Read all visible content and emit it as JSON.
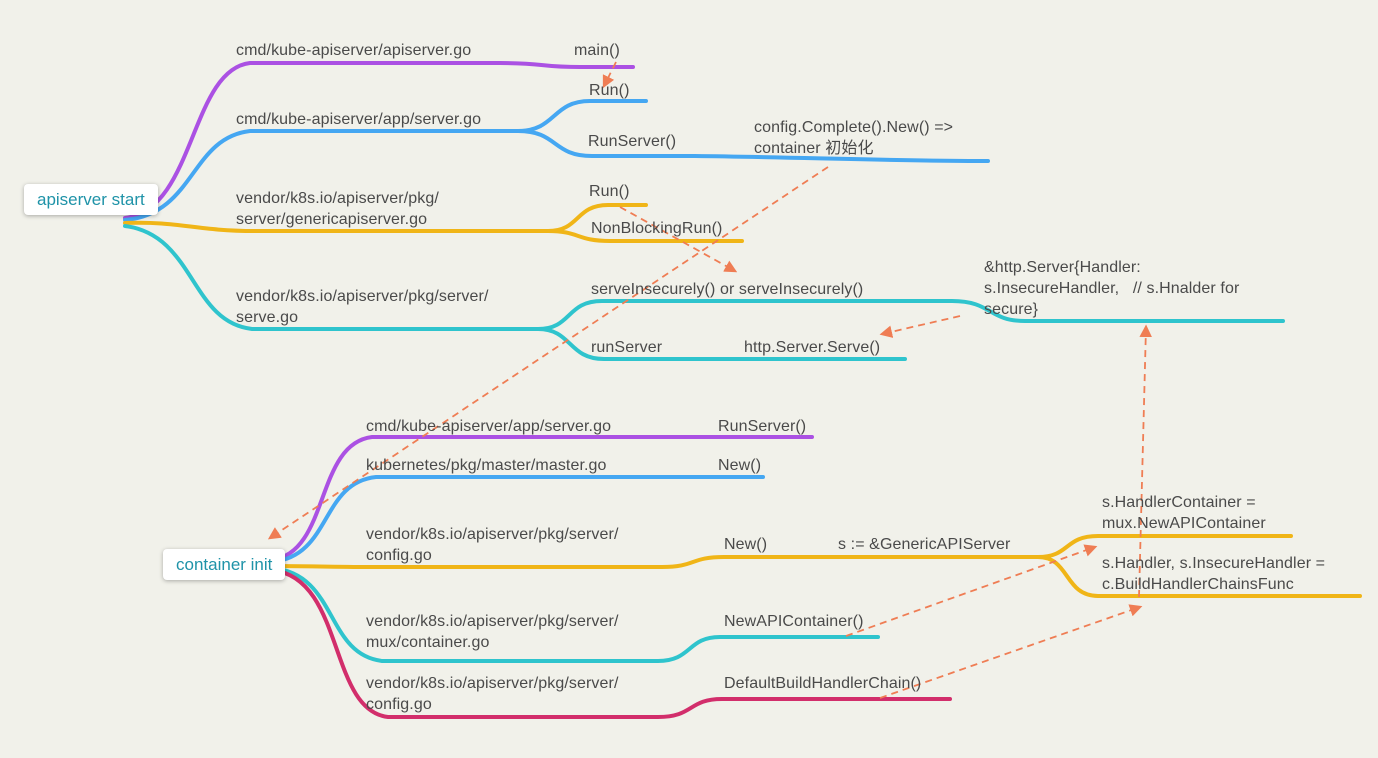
{
  "colors": {
    "purple": "#ab51e3",
    "blue": "#45a7f2",
    "yellow": "#f0b517",
    "teal": "#2fc4cd",
    "crimson": "#d22e6b",
    "arrow": "#ef7d54",
    "background": "#f1f1ea",
    "text": "#4a4a4a",
    "root_text": "#1f93a8",
    "root_bg": "#ffffff"
  },
  "tree_apiserver_start": {
    "root": "apiserver start",
    "nodes": {
      "apiserver_go_path": "cmd/kube-apiserver/apiserver.go",
      "main_fn": "main()",
      "server_go_path": "cmd/kube-apiserver/app/server.go",
      "run_fn": "Run()",
      "run_server_fn": "RunServer()",
      "config_complete": "config.Complete().New() =>\ncontainer 初始化",
      "genericapiserver_path": "vendor/k8s.io/apiserver/pkg/\nserver/genericapiserver.go",
      "generic_run_fn": "Run()",
      "nonblocking_run_fn": "NonBlockingRun()",
      "serve_go_path": "vendor/k8s.io/apiserver/pkg/server/\nserve.go",
      "serve_insecurely": "serveInsecurely() or serveInsecurely()",
      "http_server_struct": "&http.Server{Handler:\ns.InsecureHandler,   // s.Hnalder for\nsecure}",
      "run_server_label": "runServer",
      "http_serve_fn": "http.Server.Serve()"
    }
  },
  "tree_container_init": {
    "root": "container init",
    "nodes": {
      "app_server_go_path": "cmd/kube-apiserver/app/server.go",
      "run_server_fn": "RunServer()",
      "master_go_path": "kubernetes/pkg/master/master.go",
      "master_new_fn": "New()",
      "config_go_path": "vendor/k8s.io/apiserver/pkg/server/\nconfig.go",
      "config_new_fn": "New()",
      "generic_api_server": "s := &GenericAPIServer",
      "handler_container": "s.HandlerContainer =\nmux.NewAPIContainer",
      "build_handler_chains": "s.Handler, s.InsecureHandler =\nc.BuildHandlerChainsFunc",
      "mux_container_go_path": "vendor/k8s.io/apiserver/pkg/server/\nmux/container.go",
      "new_api_container_fn": "NewAPIContainer()",
      "config_go_path_2": "vendor/k8s.io/apiserver/pkg/server/\nconfig.go",
      "default_build_handler_chain_fn": "DefaultBuildHandlerChain()"
    }
  }
}
